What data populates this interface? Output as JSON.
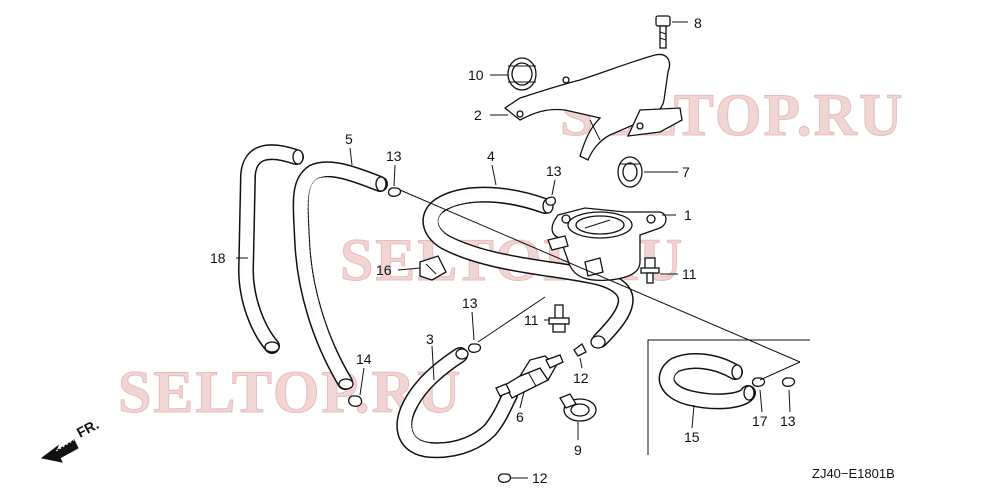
{
  "watermark": "SELTOP.RU",
  "diagram_code": "ZJ40−E1801B",
  "direction_label": "FR.",
  "callouts": [
    {
      "id": "c1",
      "num": "1"
    },
    {
      "id": "c2",
      "num": "2"
    },
    {
      "id": "c3",
      "num": "3"
    },
    {
      "id": "c4",
      "num": "4"
    },
    {
      "id": "c5",
      "num": "5"
    },
    {
      "id": "c6",
      "num": "6"
    },
    {
      "id": "c7",
      "num": "7"
    },
    {
      "id": "c8",
      "num": "8"
    },
    {
      "id": "c9",
      "num": "9"
    },
    {
      "id": "c10",
      "num": "10"
    },
    {
      "id": "c11a",
      "num": "11"
    },
    {
      "id": "c11b",
      "num": "11"
    },
    {
      "id": "c12a",
      "num": "12"
    },
    {
      "id": "c12b",
      "num": "12"
    },
    {
      "id": "c13a",
      "num": "13"
    },
    {
      "id": "c13b",
      "num": "13"
    },
    {
      "id": "c13c",
      "num": "13"
    },
    {
      "id": "c13d",
      "num": "13"
    },
    {
      "id": "c14",
      "num": "14"
    },
    {
      "id": "c15",
      "num": "15"
    },
    {
      "id": "c16",
      "num": "16"
    },
    {
      "id": "c17",
      "num": "17"
    },
    {
      "id": "c18",
      "num": "18"
    }
  ]
}
